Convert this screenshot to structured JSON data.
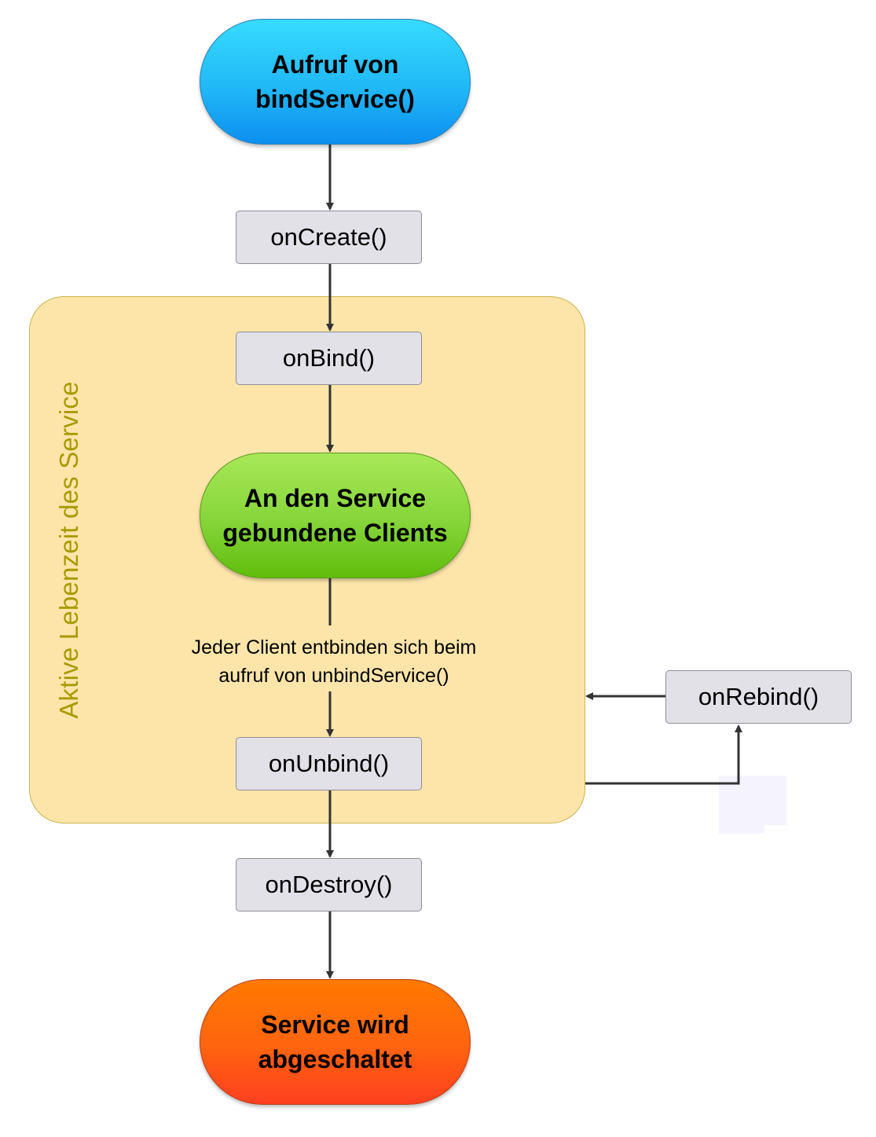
{
  "diagram": {
    "region": {
      "label": "Aktive Lebenzeit des Service"
    },
    "nodes": {
      "start": {
        "text": "Aufruf von\nbindService()"
      },
      "on_create": {
        "text": "onCreate()"
      },
      "on_bind": {
        "text": "onBind()"
      },
      "clients": {
        "text": "An den Service\ngebundene Clients"
      },
      "unbind_note": {
        "text": "Jeder Client entbinden sich beim\naufruf von unbindService()"
      },
      "on_unbind": {
        "text": "onUnbind()"
      },
      "on_rebind": {
        "text": "onRebind()"
      },
      "on_destroy": {
        "text": "onDestroy()"
      },
      "end": {
        "text": "Service wird\nabgeschaltet"
      }
    },
    "colors": {
      "start": "#20b8f6",
      "clients": "#86d53a",
      "end": "#ff6310",
      "region": "#fde5aa",
      "region_label": "#a99a00",
      "method_box": "#e3e1e8",
      "arrow": "#333333"
    }
  }
}
